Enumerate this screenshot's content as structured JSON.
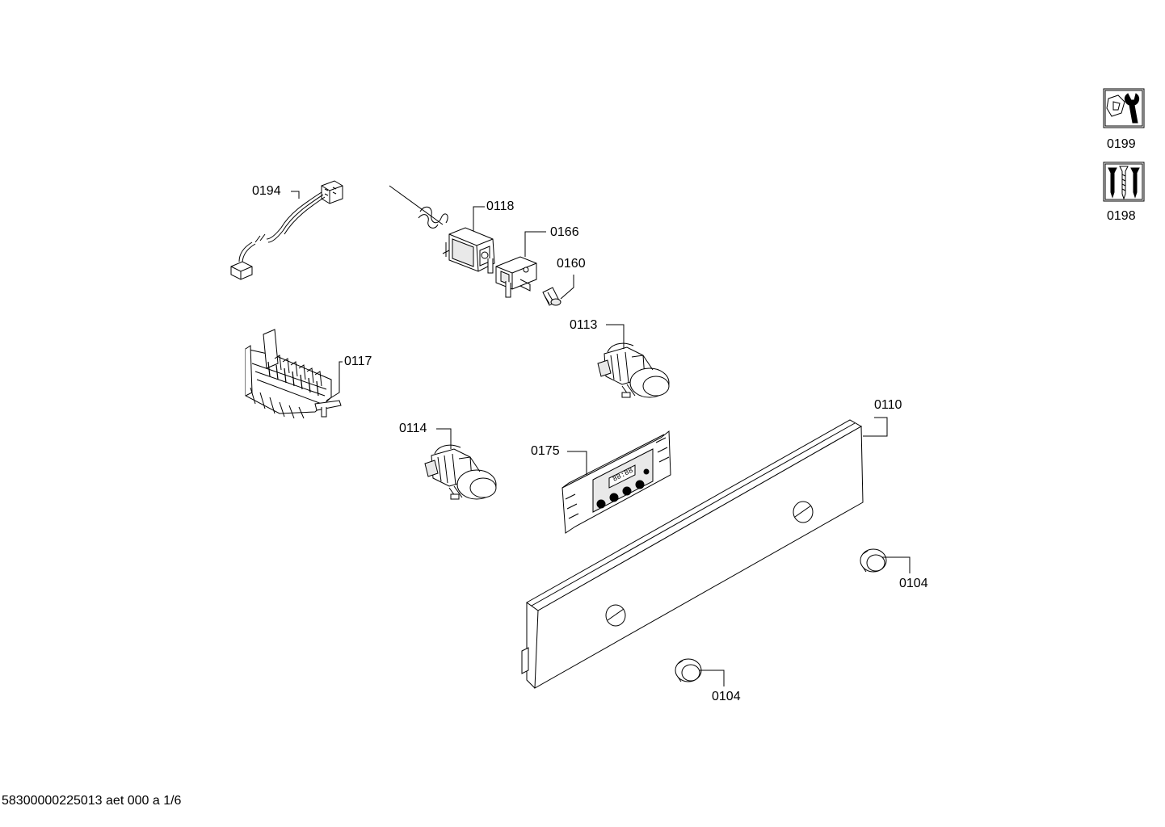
{
  "parts": [
    {
      "id": "0194",
      "label": "0194",
      "name": "cable-harness"
    },
    {
      "id": "0118",
      "label": "0118",
      "name": "thermostat"
    },
    {
      "id": "0166",
      "label": "0166",
      "name": "bracket"
    },
    {
      "id": "0160",
      "label": "0160",
      "name": "lamp"
    },
    {
      "id": "0113",
      "label": "0113",
      "name": "rotary-knob-right"
    },
    {
      "id": "0117",
      "label": "0117",
      "name": "selector-switch"
    },
    {
      "id": "0114",
      "label": "0114",
      "name": "rotary-knob-left"
    },
    {
      "id": "0175",
      "label": "0175",
      "name": "control-module"
    },
    {
      "id": "0110",
      "label": "0110",
      "name": "control-panel-fascia"
    },
    {
      "id": "0104a",
      "label": "0104",
      "name": "knob-ring-upper"
    },
    {
      "id": "0104b",
      "label": "0104",
      "name": "knob-ring-lower"
    }
  ],
  "side_icons": [
    {
      "id": "0199",
      "label": "0199",
      "icon": "tools-icon"
    },
    {
      "id": "0198",
      "label": "0198",
      "icon": "screws-icon"
    }
  ],
  "footer": {
    "text": "58300000225013 aet 000 a 1/6"
  }
}
